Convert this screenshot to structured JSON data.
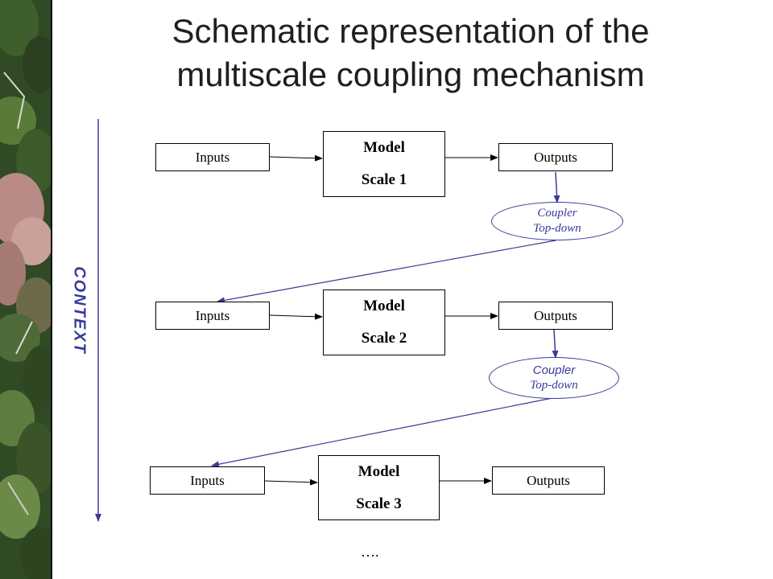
{
  "title": {
    "line1": "Schematic representation of the",
    "line2": "multiscale coupling mechanism"
  },
  "context_label": "CONTEXT",
  "rows": [
    {
      "inputs": "Inputs",
      "model_line1": "Model",
      "model_line2": "Scale 1",
      "outputs": "Outputs"
    },
    {
      "inputs": "Inputs",
      "model_line1": "Model",
      "model_line2": "Scale 2",
      "outputs": "Outputs"
    },
    {
      "inputs": "Inputs",
      "model_line1": "Model",
      "model_line2": "Scale 3",
      "outputs": "Outputs"
    }
  ],
  "couplers": [
    {
      "line1": "Coupler",
      "line2": "Top-down"
    },
    {
      "line1": "Coupler",
      "line2": "Top-down"
    }
  ],
  "continuation": "….",
  "colors": {
    "accent": "#3a3a9a",
    "title": "#1f1f1f",
    "box_border": "#000000"
  }
}
